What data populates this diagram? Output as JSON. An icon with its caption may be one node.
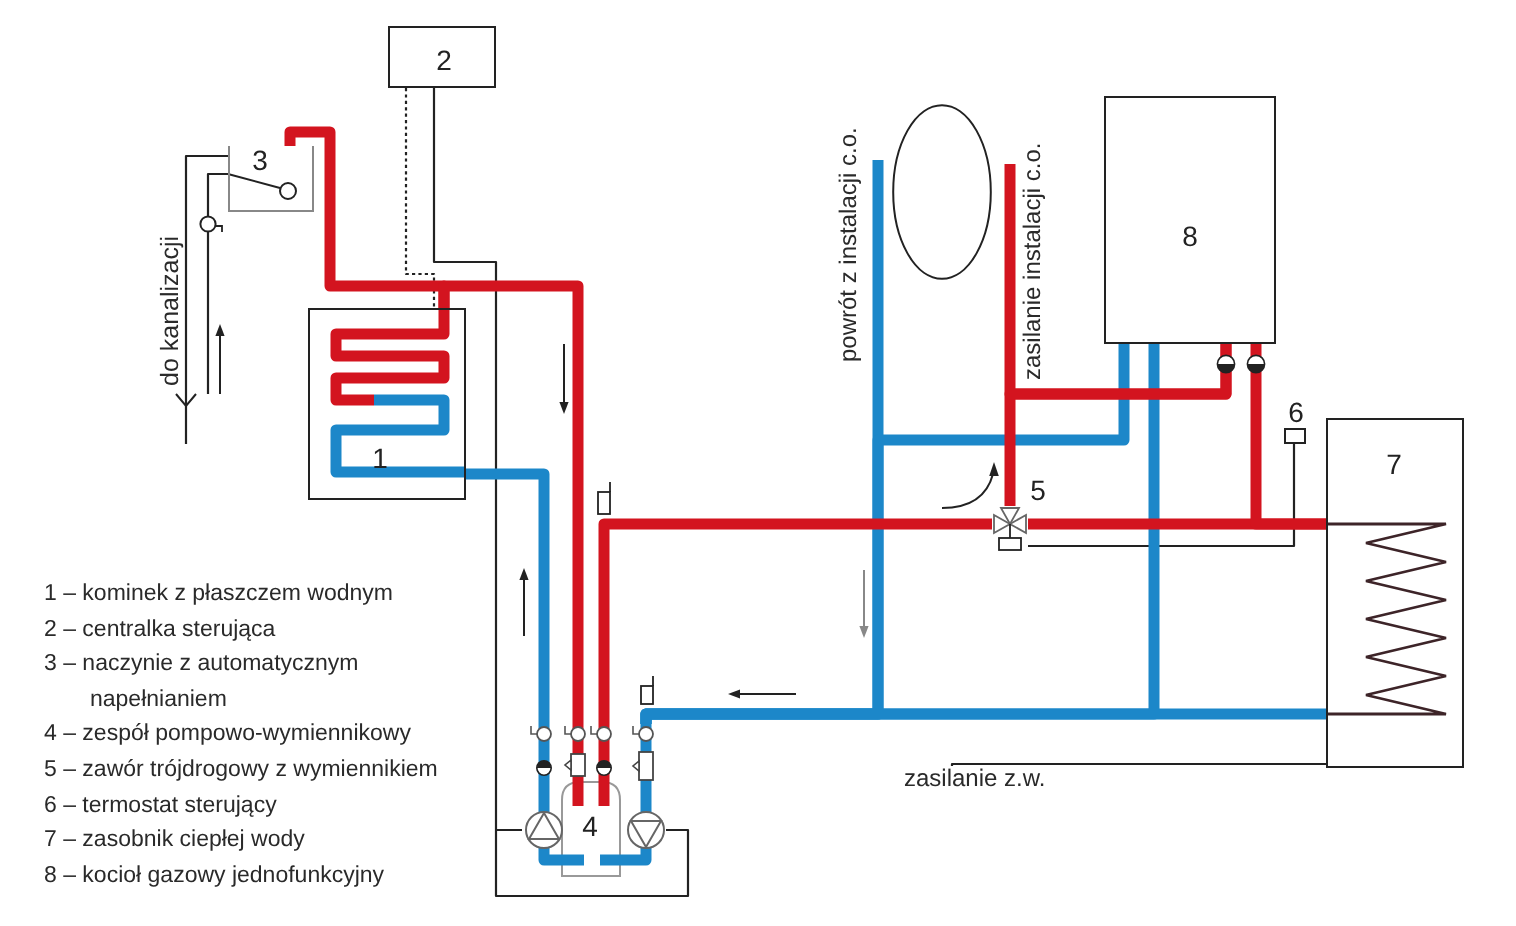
{
  "diagram": {
    "nodes": [
      {
        "text": [
          "1"
        ]
      },
      {
        "text": [
          "2"
        ]
      },
      {
        "text": [
          "3"
        ]
      },
      {
        "text": [
          "4"
        ]
      },
      {
        "text": [],
        "shape": "picture",
        "beside": [
          "5"
        ]
      },
      {
        "text": [],
        "shape": "box",
        "beside": [
          "6"
        ]
      },
      {
        "text": [
          "7"
        ]
      },
      {
        "text": [
          "8"
        ]
      },
      {
        "text": [],
        "shape": "circle",
        "beside": [
          "powrót z instalacji c.o.",
          "zasilanie instalacji c.o."
        ]
      },
      {
        "text": [
          "zasilanie z.w."
        ]
      }
    ],
    "edges": [
      {
        "from": 1,
        "to": 0,
        "arrow": "none",
        "style": "dashed",
        "color": "#222222"
      },
      {
        "from": 1,
        "to": 3,
        "arrow": "none",
        "color": "#222222"
      },
      {
        "from": 2,
        "to": 0,
        "arrow": "none",
        "color": "#d3141f"
      },
      {
        "from": 0,
        "to": 3,
        "arrow": "none",
        "color": "#d3141f"
      },
      {
        "from": 3,
        "to": 0,
        "arrow": "none",
        "color": "#1c87c9"
      },
      {
        "from": 3,
        "to": 4,
        "arrow": "none",
        "color": "#d3141f"
      },
      {
        "from": 4,
        "to": 6,
        "arrow": "none",
        "color": "#d3141f"
      },
      {
        "from": 7,
        "to": 6,
        "arrow": "none",
        "color": "#d3141f"
      },
      {
        "from": 7,
        "to": 4,
        "arrow": "none",
        "color": "#d3141f"
      },
      {
        "from": 7,
        "to": 8,
        "arrow": "none",
        "color": "#d3141f"
      },
      {
        "from": 8,
        "to": 3,
        "arrow": "none",
        "color": "#1c87c9"
      },
      {
        "from": 7,
        "to": 3,
        "arrow": "none",
        "color": "#1c87c9"
      },
      {
        "from": 7,
        "to": 3,
        "arrow": "none",
        "color": "#1c87c9"
      },
      {
        "from": 6,
        "to": 3,
        "arrow": "none",
        "color": "#1c87c9"
      },
      {
        "from": 5,
        "to": 4,
        "arrow": "none",
        "color": "#222222"
      },
      {
        "from": null,
        "to": 2,
        "arrow": "none",
        "color": "#222222"
      },
      {
        "from": 2,
        "to": null,
        "arrow": "to",
        "label": "do kanalizacji",
        "color": "#222222"
      },
      {
        "from": 9,
        "to": 6,
        "arrow": "none",
        "color": "#222222"
      }
    ],
    "labels": [
      "1 – kominek z płaszczem wodnym",
      "2 – centralka sterująca",
      "3 – naczynie z automatycznym napełnianiem",
      "4 – zespół pompowo-wymiennikowy",
      "5 – zawór trójdrogowy z wymiennikiem",
      "6 – termostat sterujący",
      "7 – zasobnik ciepłej wody",
      "8 – kocioł gazowy jednofunkcyjny"
    ]
  }
}
